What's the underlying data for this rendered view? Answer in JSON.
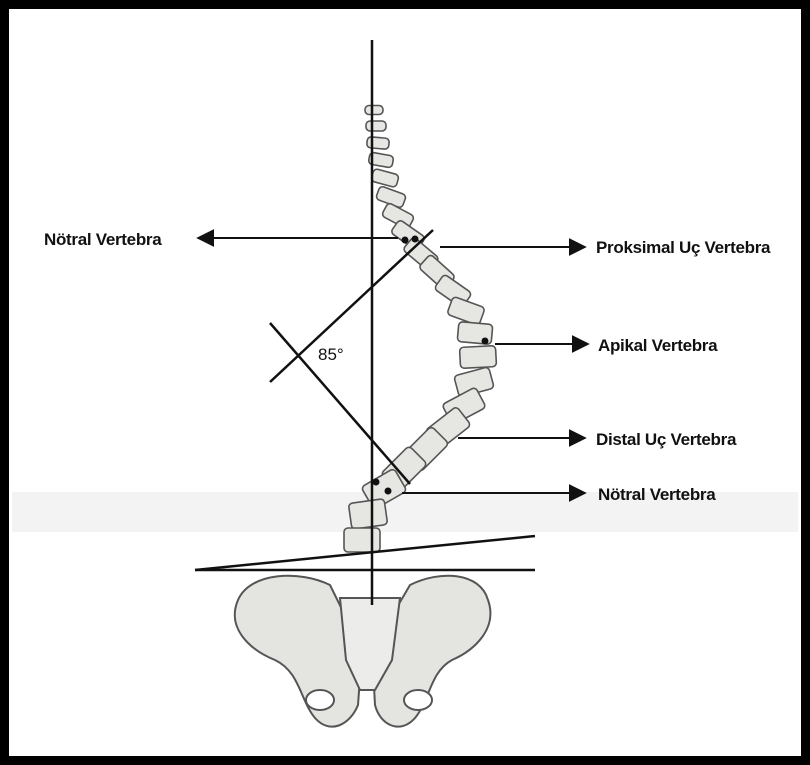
{
  "diagram": {
    "labels": {
      "neutral_top": "Nötral Vertebra",
      "proximal_end": "Proksimal Uç Vertebra",
      "apical": "Apikal Vertebra",
      "distal_end": "Distal Uç Vertebra",
      "neutral_bottom": "Nötral Vertebra"
    },
    "angle": "85°",
    "colors": {
      "ink": "#111111",
      "bone_fill": "#e6e6e3",
      "bone_stroke": "#555555",
      "frame": "#000000"
    }
  }
}
